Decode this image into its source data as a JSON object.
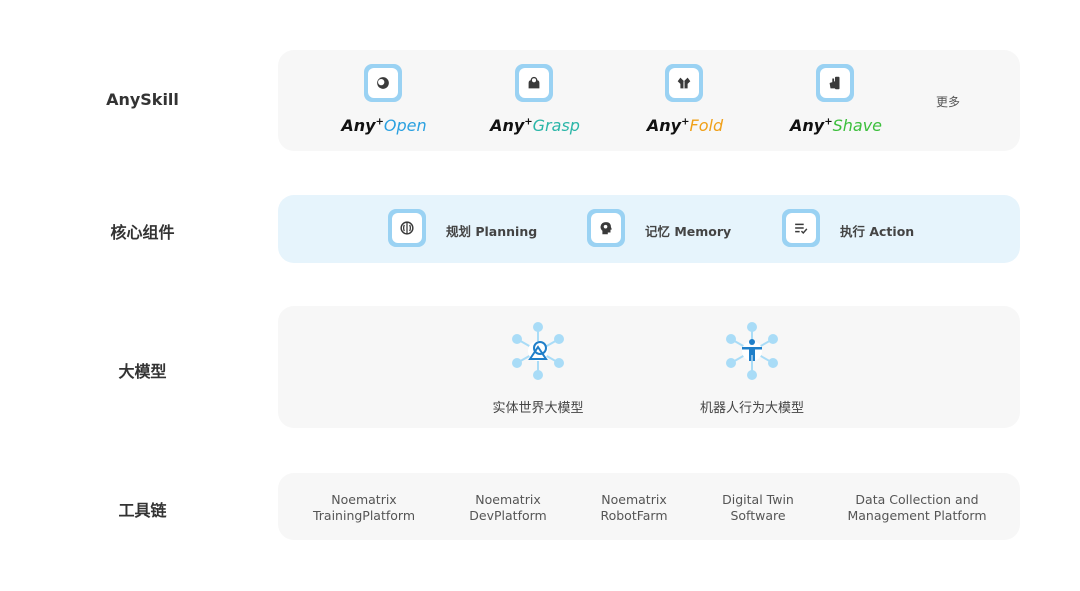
{
  "rows": {
    "anyskill": "AnySkill",
    "core": "核心组件",
    "model": "大模型",
    "toolchain": "工具链"
  },
  "skills": [
    {
      "prefix": "Any",
      "plus": "+",
      "suffix": "Open",
      "color": "#2aa0e0",
      "icon": "open-icon"
    },
    {
      "prefix": "Any",
      "plus": "+",
      "suffix": "Grasp",
      "color": "#2bb6a8",
      "icon": "grasp-icon"
    },
    {
      "prefix": "Any",
      "plus": "+",
      "suffix": "Fold",
      "color": "#f0a019",
      "icon": "fold-icon"
    },
    {
      "prefix": "Any",
      "plus": "+",
      "suffix": "Shave",
      "color": "#3cbf3c",
      "icon": "shave-icon"
    }
  ],
  "more": "更多",
  "components": [
    {
      "label": "规划 Planning",
      "icon": "brain-icon"
    },
    {
      "label": "记忆 Memory",
      "icon": "head-memory-icon"
    },
    {
      "label": "执行 Action",
      "icon": "checklist-icon"
    }
  ],
  "models": [
    {
      "label": "实体世界大模型",
      "icon": "shapes-network-icon"
    },
    {
      "label": "机器人行为大模型",
      "icon": "person-network-icon"
    }
  ],
  "tools": [
    {
      "line1": "Noematrix",
      "line2": "TrainingPlatform"
    },
    {
      "line1": "Noematrix",
      "line2": "DevPlatform"
    },
    {
      "line1": "Noematrix",
      "line2": "RobotFarm"
    },
    {
      "line1": "Digital Twin",
      "line2": "Software"
    },
    {
      "line1": "Data Collection and",
      "line2": "Management Platform"
    }
  ],
  "colors": {
    "tile_border": "#9ad2f3",
    "panel_gray": "#f7f7f7",
    "panel_blue": "#e6f4fc",
    "node_blue": "#a9dcf7",
    "icon_blue": "#1f7fc9"
  }
}
